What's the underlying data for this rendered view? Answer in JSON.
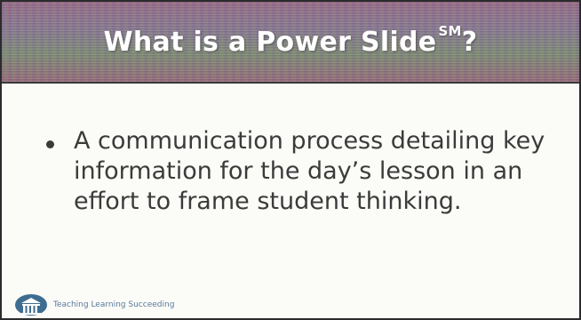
{
  "slide": {
    "title": "What is a Power Slide",
    "title_superscript": "SM",
    "title_suffix": "?",
    "bullets": [
      "A communication process detailing key information for the day’s lesson in an effort to frame student thinking."
    ],
    "footer_text": "Teaching Learning Succeeding",
    "logo_icon": "school-building-logo-icon",
    "colors": {
      "title_text": "#ffffff",
      "body_text": "#3b3b3b",
      "footer_text": "#5a7a9a",
      "logo": "#3f6d8f"
    }
  }
}
